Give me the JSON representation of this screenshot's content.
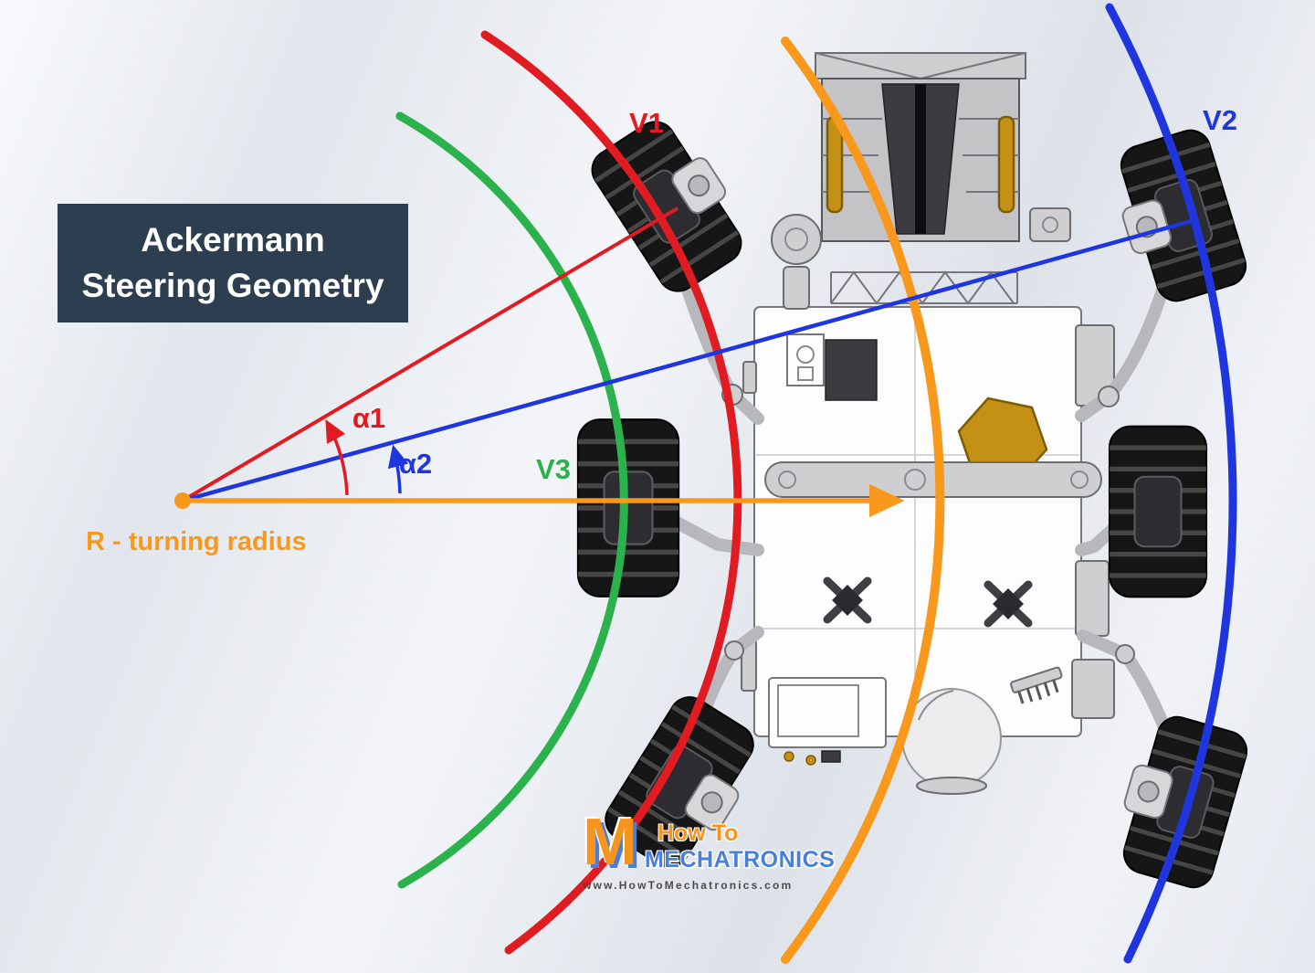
{
  "title": {
    "line1": "Ackermann",
    "line2": "Steering Geometry"
  },
  "labels": {
    "v1": "V1",
    "v2": "V2",
    "v3": "V3",
    "alpha1": "α1",
    "alpha2": "α2",
    "radius": "R - turning radius"
  },
  "watermark": {
    "logo_letter": "M",
    "how_to": "How To",
    "brand": "MECHATRONICS",
    "url": "www.HowToMechatronics.com"
  },
  "colors": {
    "red": "#e11b22",
    "green": "#2bb24c",
    "blue": "#1f35dd",
    "orange": "#f8991d",
    "title-bg": "#2c3e50",
    "title-text": "#ffffff",
    "watermark-blue": "#4a7fd4",
    "watermark-orange": "#f7941d",
    "url-text": "#4a4a4a"
  }
}
